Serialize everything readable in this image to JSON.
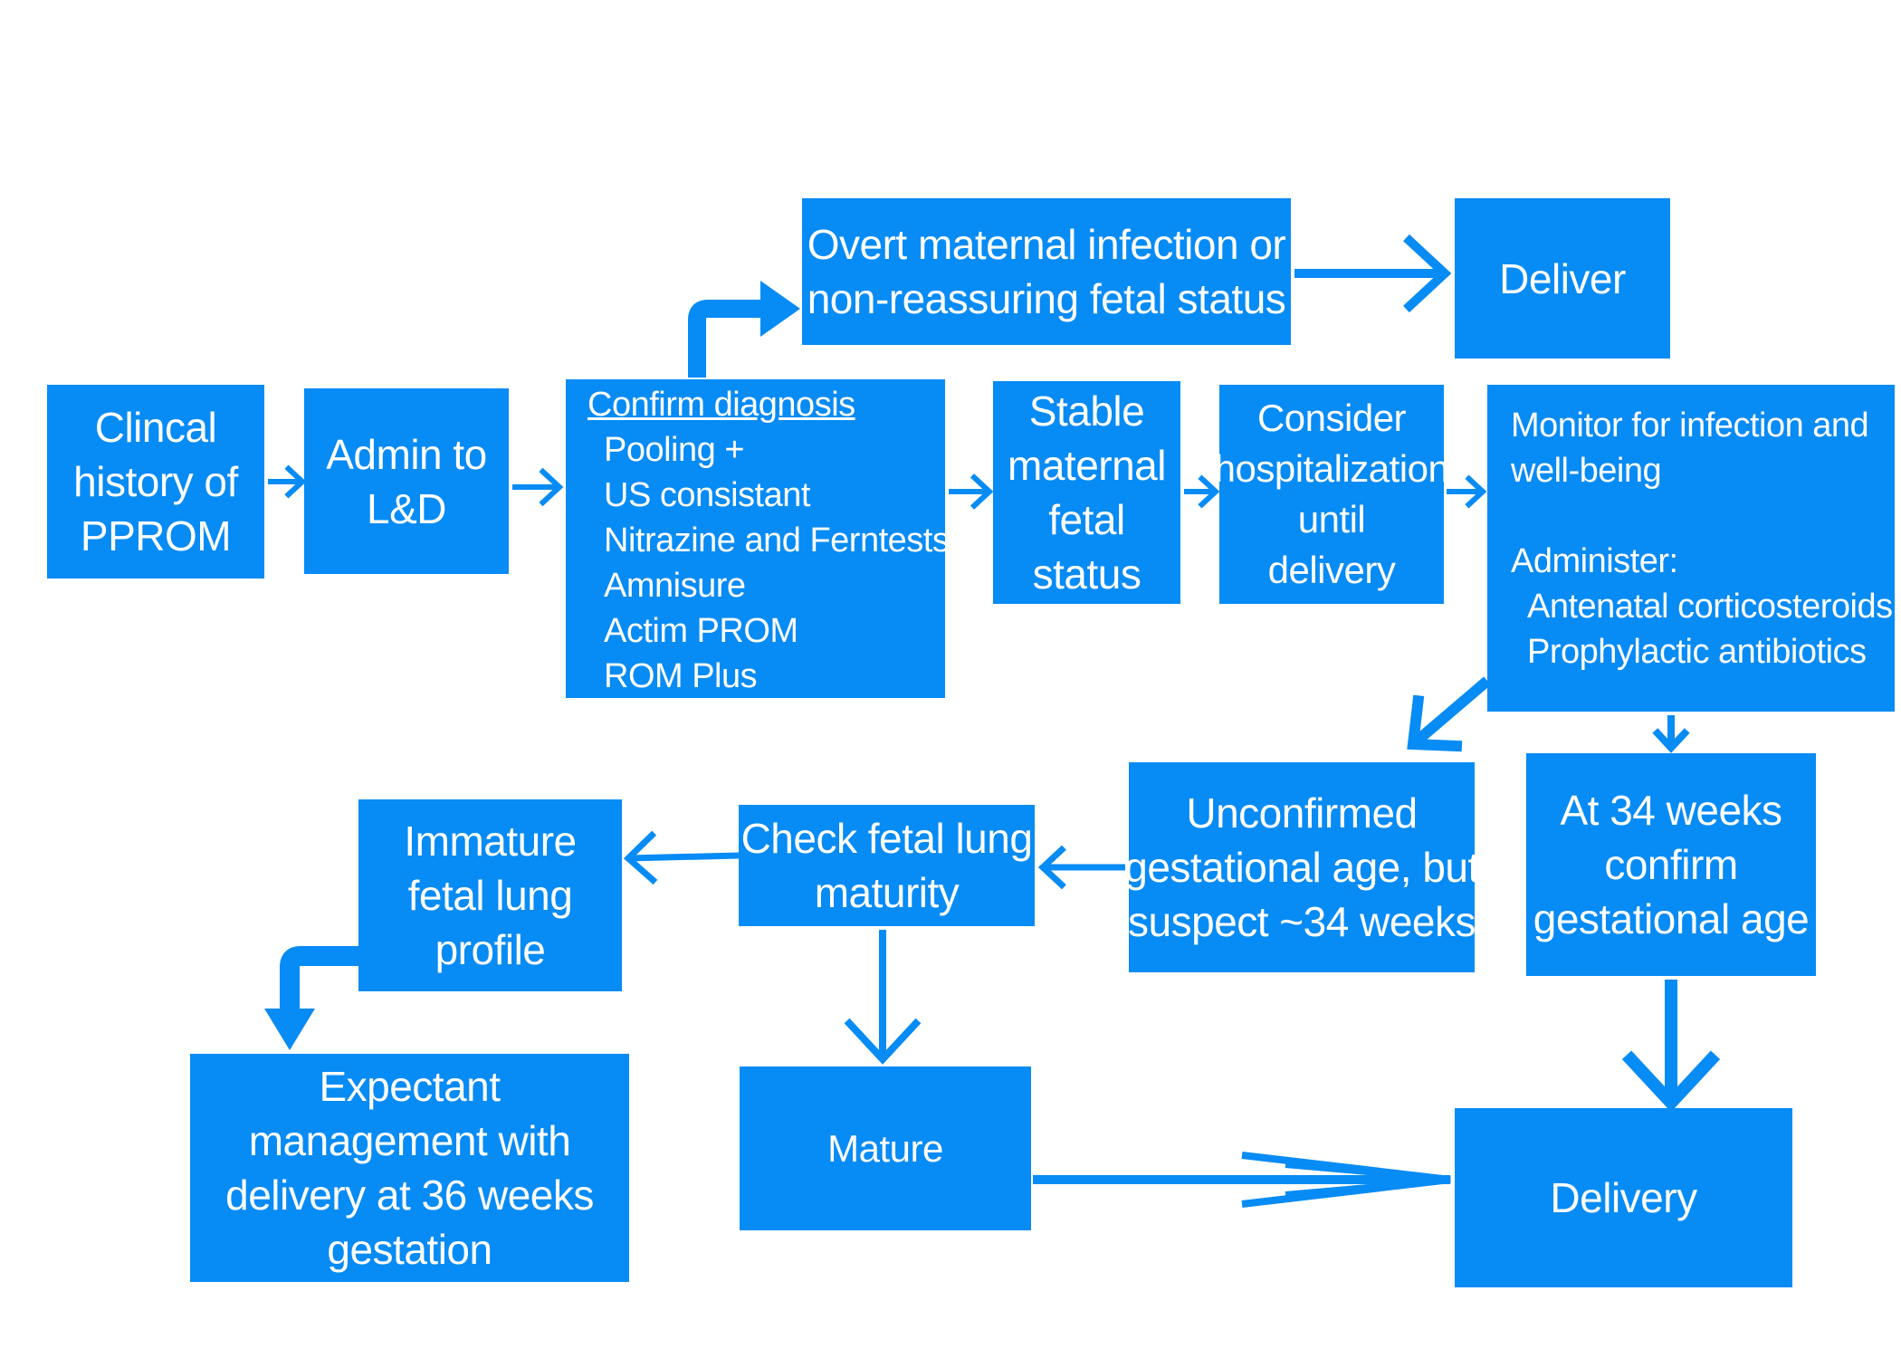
{
  "colors": {
    "box": "#078bf5",
    "arrow": "#078bf5",
    "text": "#ffffff"
  },
  "nodes": {
    "history": [
      "Clincal",
      "history of",
      "PPROM"
    ],
    "admin": [
      "Admin to",
      "L&D"
    ],
    "confirm": {
      "heading": "Confirm diagnosis",
      "items": [
        "Pooling +",
        "US consistant",
        "Nitrazine and Ferntests",
        "Amnisure",
        "Actim PROM",
        "ROM Plus"
      ]
    },
    "overt": [
      "Overt maternal infection or",
      "non-reassuring fetal status"
    ],
    "deliver": "Deliver",
    "stable": [
      "Stable",
      "maternal",
      "fetal",
      "status"
    ],
    "consider": [
      "Consider",
      "hospitalization",
      "until",
      "delivery"
    ],
    "monitor": {
      "lines": [
        "Monitor for infection and",
        "well-being"
      ],
      "administer": "Administer:",
      "items": [
        "Antenatal corticosteroids",
        "Prophylactic antibiotics"
      ]
    },
    "unconfirmed": [
      "Unconfirmed",
      "gestational age, but",
      "suspect ~34 weeks"
    ],
    "at34": [
      "At 34 weeks",
      "confirm",
      "gestational age"
    ],
    "check": [
      "Check fetal lung",
      "maturity"
    ],
    "immature": [
      "Immature",
      "fetal lung",
      "profile"
    ],
    "expectant": [
      "Expectant",
      "management with",
      "delivery at 36 weeks",
      "gestation"
    ],
    "mature": "Mature",
    "delivery": "Delivery"
  }
}
